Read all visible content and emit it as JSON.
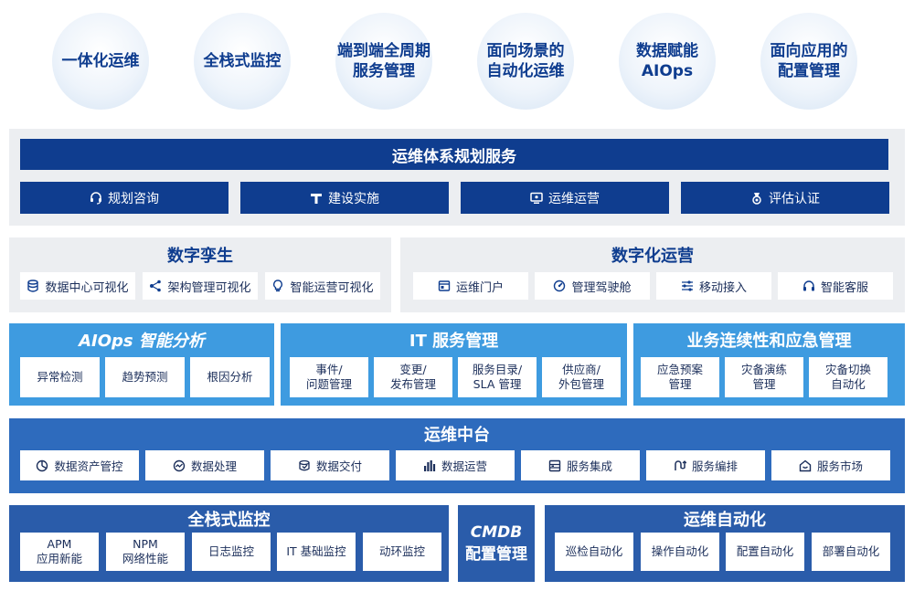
{
  "capabilities": [
    "一体化运维",
    "全栈式监控",
    "端到端全周期\n服务管理",
    "面向场景的\n自动化运维",
    "数据赋能\nAIOps",
    "面向应用的\n配置管理"
  ],
  "planning": {
    "title": "运维体系规划服务",
    "items": [
      {
        "label": "规划咨询",
        "icon": "headset-icon"
      },
      {
        "label": "建设实施",
        "icon": "build-icon"
      },
      {
        "label": "运维运营",
        "icon": "monitor-icon"
      },
      {
        "label": "评估认证",
        "icon": "medal-icon"
      }
    ]
  },
  "digital_twin": {
    "title": "数字孪生",
    "items": [
      {
        "label": "数据中心可视化",
        "icon": "database-icon"
      },
      {
        "label": "架构管理可视化",
        "icon": "network-icon"
      },
      {
        "label": "智能运营可视化",
        "icon": "bulb-icon"
      }
    ]
  },
  "digital_ops": {
    "title": "数字化运营",
    "items": [
      {
        "label": "运维门户",
        "icon": "portal-icon"
      },
      {
        "label": "管理驾驶舱",
        "icon": "gauge-icon"
      },
      {
        "label": "移动接入",
        "icon": "sliders-icon"
      },
      {
        "label": "智能客服",
        "icon": "headphones-icon"
      }
    ]
  },
  "aiops": {
    "title": "AIOps 智能分析",
    "items": [
      "异常检测",
      "趋势预测",
      "根因分析"
    ]
  },
  "it_service": {
    "title": "IT 服务管理",
    "items": [
      "事件/\n问题管理",
      "变更/\n发布管理",
      "服务目录/\nSLA 管理",
      "供应商/\n外包管理"
    ]
  },
  "bcm": {
    "title": "业务连续性和应急管理",
    "items": [
      "应急预案\n管理",
      "灾备演练\n管理",
      "灾备切换\n自动化"
    ]
  },
  "ops_platform": {
    "title": "运维中台",
    "items": [
      {
        "label": "数据资产管控",
        "icon": "pie-icon"
      },
      {
        "label": "数据处理",
        "icon": "process-icon"
      },
      {
        "label": "数据交付",
        "icon": "delivery-icon"
      },
      {
        "label": "数据运营",
        "icon": "bar-chart-icon"
      },
      {
        "label": "服务集成",
        "icon": "integration-icon"
      },
      {
        "label": "服务编排",
        "icon": "flow-icon"
      },
      {
        "label": "服务市场",
        "icon": "market-icon"
      }
    ]
  },
  "monitoring": {
    "title": "全栈式监控",
    "items": [
      "APM\n应用新能",
      "NPM\n网络性能",
      "日志监控",
      "IT 基础监控",
      "动环监控"
    ]
  },
  "cmdb": {
    "title": "CMDB",
    "subtitle": "配置管理"
  },
  "automation": {
    "title": "运维自动化",
    "items": [
      "巡检自动化",
      "操作自动化",
      "配置自动化",
      "部署自动化"
    ]
  },
  "colors": {
    "dark_navy": "#0f3d8f",
    "light_blue": "#3e9be0",
    "mid_blue": "#2e6bbd",
    "dark_blue": "#2a5caa",
    "band_gray": "#eceef1"
  }
}
